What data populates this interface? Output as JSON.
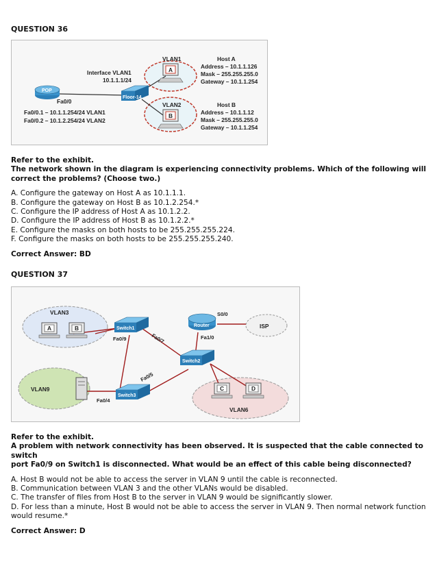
{
  "q36": {
    "title": "QUESTION 36",
    "exhibit": {
      "vlan1": "VLAN1",
      "vlan2": "VLAN2",
      "host_a_letter": "A",
      "host_b_letter": "B",
      "host_a": {
        "title": "Host A",
        "address": "Address – 10.1.1.126",
        "mask": "Mask – 255.255.255.0",
        "gateway": "Gateway – 10.1.1.254"
      },
      "host_b": {
        "title": "Host B",
        "address": "Address – 10.1.1.12",
        "mask": "Mask – 255.255.255.0",
        "gateway": "Gateway – 10.1.1.254"
      },
      "interface_title": "Interface VLAN1",
      "interface_ip": "10.1.1.1/24",
      "pop": "POP",
      "fa00": "Fa0/0",
      "floor": "Floor-14",
      "sub1": "Fa0/0.1 – 10.1.1.254/24 VLAN1",
      "sub2": "Fa0/0.2 – 10.1.2.254/24 VLAN2"
    },
    "intro": "Refer to the exhibit.",
    "question_line1": "The network shown in the diagram is experiencing connectivity problems. Which of the following will",
    "question_line2": "correct the problems? (Choose two.)",
    "options": [
      "A. Configure the gateway on Host A as 10.1.1.1.",
      "B. Configure the gateway on Host B as 10.1.2.254.*",
      "C. Configure the IP address of Host A as 10.1.2.2.",
      "D. Configure the IP address of Host B as 10.1.2.2.*",
      "E. Configure the masks on both hosts to be 255.255.255.224.",
      "F. Configure the masks on both hosts to be 255.255.255.240."
    ],
    "answer": "Correct Answer: BD"
  },
  "q37": {
    "title": "QUESTION 37",
    "exhibit": {
      "vlan3": "VLAN3",
      "vlan9": "VLAN9",
      "vlan6": "VLAN6",
      "host_a_letter": "A",
      "host_b_letter": "B",
      "host_c_letter": "C",
      "host_d_letter": "D",
      "switch1": "Switch1",
      "switch2": "Switch2",
      "switch3": "Switch3",
      "router": "Router",
      "isp": "ISP",
      "s00": "S0/0",
      "fa10": "Fa1/0",
      "fa09": "Fa0/9",
      "fa07": "Fa0/7",
      "fa05": "Fa0/5",
      "fa04": "Fa0/4"
    },
    "intro": "Refer to the exhibit.",
    "question_line1": "A problem with network connectivity has been observed. It is suspected that the cable connected to switch",
    "question_line2": "port Fa0/9 on Switch1 is disconnected. What would be an effect of this cable being disconnected?",
    "options": [
      "A. Host B would not be able to access the server in VLAN 9 until the cable is reconnected.",
      "B. Communication between VLAN 3 and the other VLANs would be disabled.",
      "C. The transfer of files from Host B to the server in VLAN 9 would be significantly slower.",
      "D. For less than a minute, Host B would not be able to access the server in VLAN 9. Then normal network function"
    ],
    "option_d_cont": "would resume.*",
    "answer": "Correct Answer: D"
  }
}
